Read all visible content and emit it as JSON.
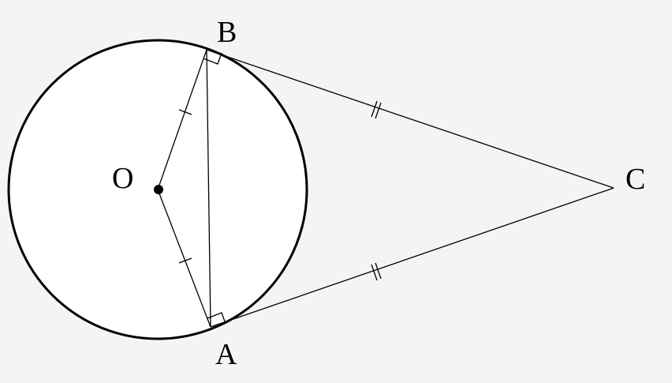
{
  "diagram": {
    "colors": {
      "background": "#f4f4f4",
      "circle_fill": "#ffffff",
      "stroke": "#000000"
    },
    "points": {
      "O": "O",
      "A": "A",
      "B": "B",
      "C": "C"
    }
  }
}
